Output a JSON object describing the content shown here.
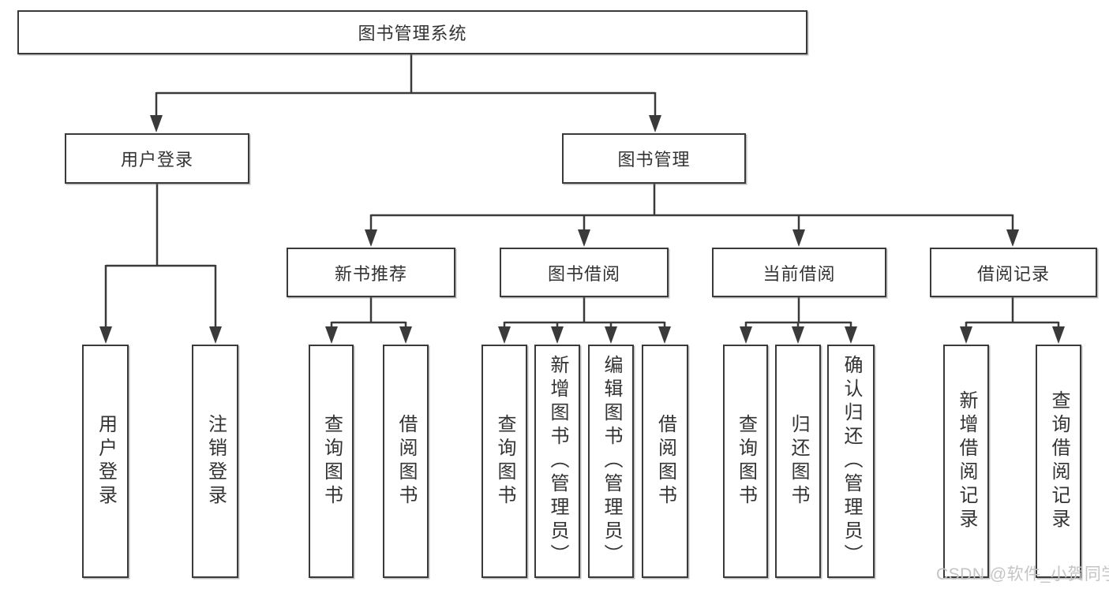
{
  "diagram": {
    "root": {
      "label": "图书管理系统"
    },
    "level2": [
      {
        "id": "user-login",
        "label": "用户登录"
      },
      {
        "id": "book-management",
        "label": "图书管理"
      }
    ],
    "level3": [
      {
        "id": "new-book-recommend",
        "label": "新书推荐"
      },
      {
        "id": "book-borrow",
        "label": "图书借阅"
      },
      {
        "id": "current-borrow",
        "label": "当前借阅"
      },
      {
        "id": "borrow-records",
        "label": "借阅记录"
      }
    ],
    "leaves": [
      {
        "parent": "user-login",
        "label": "用户登录"
      },
      {
        "parent": "user-login",
        "label": "注销登录"
      },
      {
        "parent": "new-book-recommend",
        "label": "查询图书"
      },
      {
        "parent": "new-book-recommend",
        "label": "借阅图书"
      },
      {
        "parent": "book-borrow",
        "label": "查询图书"
      },
      {
        "parent": "book-borrow",
        "label": "新增图书（管理员）"
      },
      {
        "parent": "book-borrow",
        "label": "编辑图书（管理员）"
      },
      {
        "parent": "book-borrow",
        "label": "借阅图书"
      },
      {
        "parent": "current-borrow",
        "label": "查询图书"
      },
      {
        "parent": "current-borrow",
        "label": "归还图书"
      },
      {
        "parent": "current-borrow",
        "label": "确认归还（管理员）"
      },
      {
        "parent": "borrow-records",
        "label": "新增借阅记录"
      },
      {
        "parent": "borrow-records",
        "label": "查询借阅记录"
      }
    ]
  },
  "watermark": {
    "text": "CSDN @软件_小贺同学"
  },
  "colors": {
    "line": "#3a3a3a",
    "text": "#333333",
    "background": "#ffffff",
    "watermark": "#c4c4c4"
  }
}
